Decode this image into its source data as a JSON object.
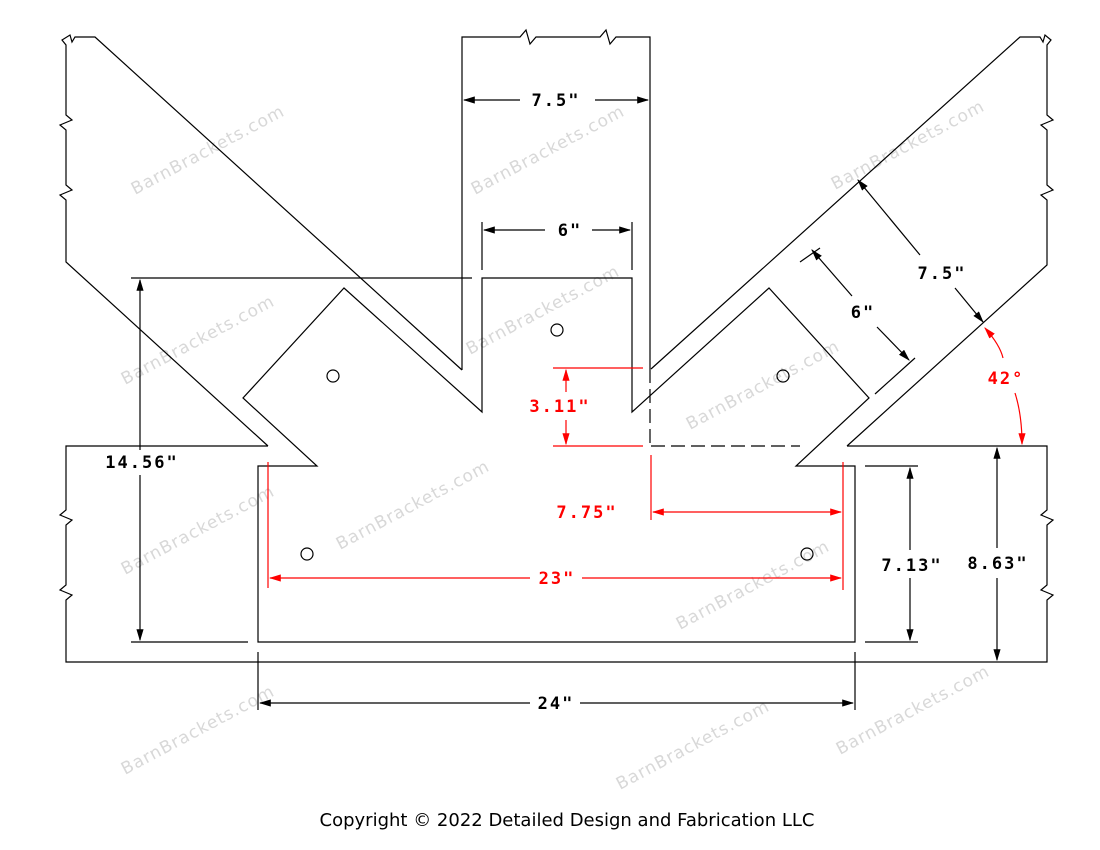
{
  "watermark": "BarnBrackets.com",
  "dimensions": {
    "post_width": "7.5\"",
    "post_inner_width": "6\"",
    "overall_height": "14.56\"",
    "arm_offset": "3.11\"",
    "half_span": "7.75\"",
    "hole_span": "23\"",
    "bracket_width": "24\"",
    "beam_plate_height": "7.13\"",
    "beam_height": "8.63\"",
    "brace_width": "7.5\"",
    "brace_inner_width": "6\"",
    "brace_angle": "42°"
  },
  "colors": {
    "line": "#000000",
    "highlight": "#ff0000",
    "watermark": "#d8d8d8"
  },
  "copyright": "Copyright © 2022 Detailed Design and Fabrication LLC"
}
